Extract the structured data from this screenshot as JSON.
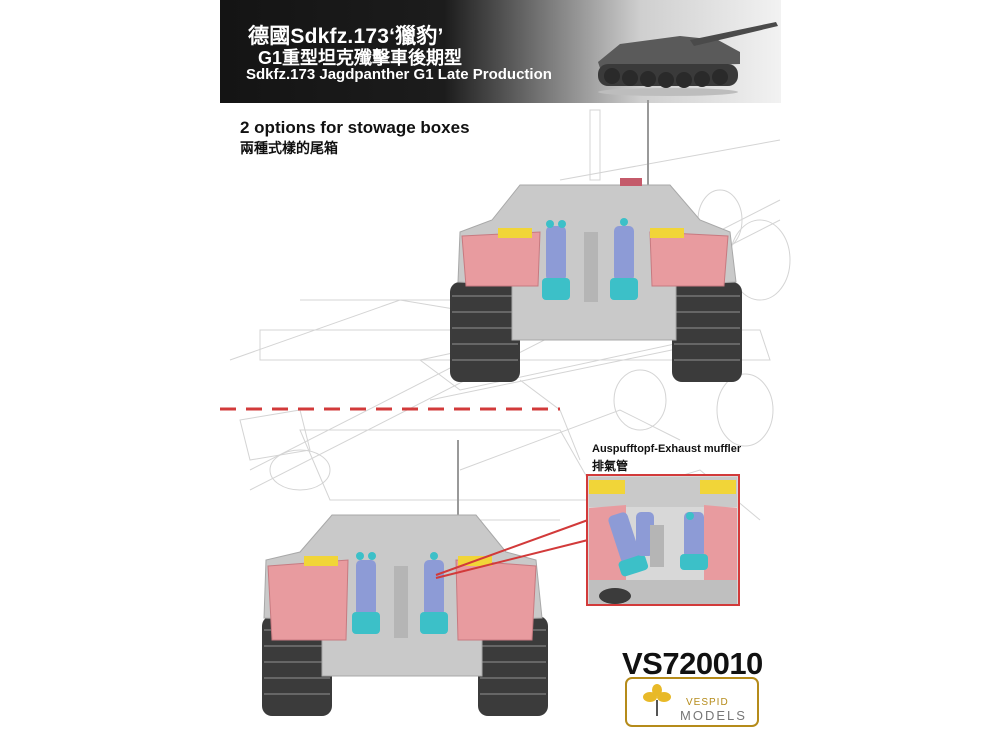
{
  "header": {
    "title_cn": "德國Sdkfz.173‘獵豹’",
    "subtitle_cn": "G1重型坦克殲擊車後期型",
    "title_en": "Sdkfz.173 Jagdpanther G1 Late Production"
  },
  "options": {
    "title_en": "2 options for stowage boxes",
    "title_cn": "兩種式樣的尾箱"
  },
  "callout": {
    "label_en": "Auspufftopf-Exhaust muffler",
    "label_cn": "排氣管"
  },
  "product_code": "VS720010",
  "logo": {
    "line1": "VESPID",
    "line2": "MODELS"
  },
  "colors": {
    "hull": "#c9c9c9",
    "stowage_box": "#e89b9f",
    "box_lid": "#f1d538",
    "muffler_tube": "#8d9bd6",
    "muffler_base": "#3cc0c8",
    "divider": "#d23a3a"
  }
}
